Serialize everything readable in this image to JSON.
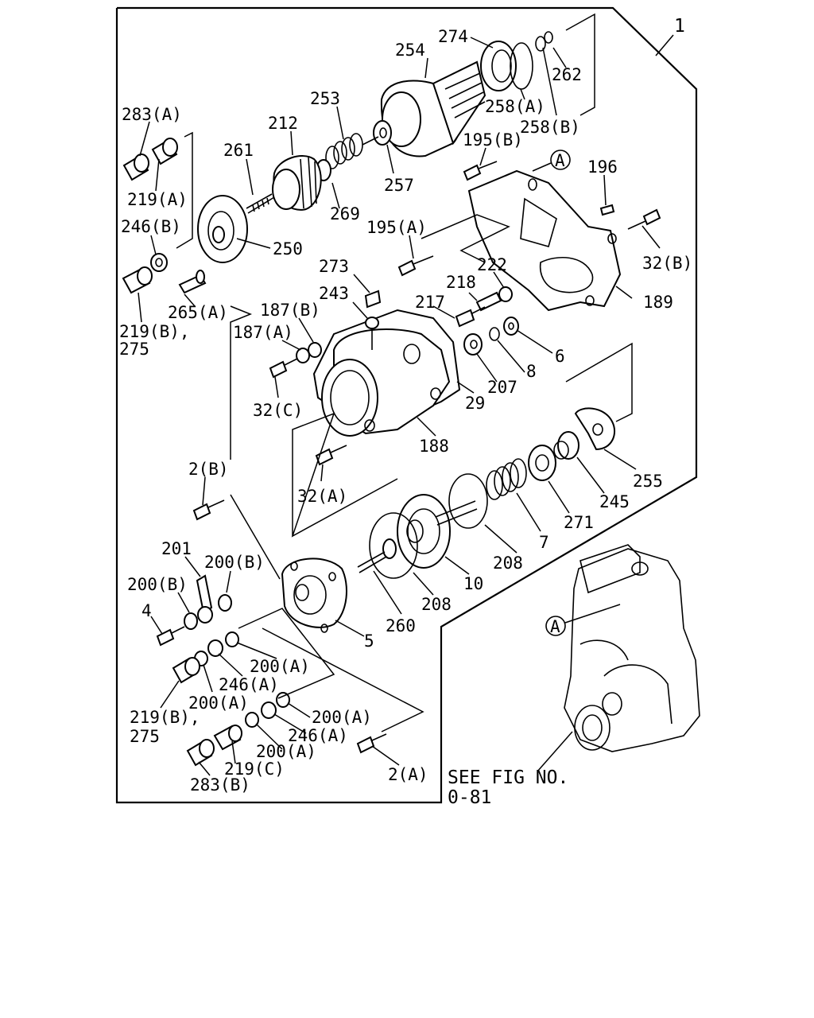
{
  "assembly_label": "1",
  "callout_symbol": "A",
  "see_fig_line1": "SEE FIG NO.",
  "see_fig_line2": "0-81",
  "labels": {
    "l274": "274",
    "l254": "254",
    "l262": "262",
    "l258a": "258(A)",
    "l258b": "258(B)",
    "l253": "253",
    "l212": "212",
    "l257": "257",
    "l195b": "195(B)",
    "l196": "196",
    "l283a": "283(A)",
    "l261": "261",
    "l269": "269",
    "l219a": "219(A)",
    "l246b": "246(B)",
    "l250": "250",
    "l195a": "195(A)",
    "l32b": "32(B)",
    "l273": "273",
    "l222": "222",
    "l219b_1": "219(B),",
    "l275_1": "275",
    "l265a": "265(A)",
    "l218": "218",
    "l189": "189",
    "l243": "243",
    "l187b": "187(B)",
    "l187a": "187(A)",
    "l217": "217",
    "l6": "6",
    "l8": "8",
    "l207": "207",
    "l32c": "32(C)",
    "l29": "29",
    "l188": "188",
    "l255": "255",
    "l245": "245",
    "l32a": "32(A)",
    "l271": "271",
    "l2b": "2(B)",
    "l7": "7",
    "l208_1": "208",
    "l10": "10",
    "l201": "201",
    "l200b_1": "200(B)",
    "l200b_2": "200(B)",
    "l4": "4",
    "l208_2": "208",
    "l260": "260",
    "l5": "5",
    "l200a_1": "200(A)",
    "l246a_1": "246(A)",
    "l219b_2": "219(B),",
    "l275_2": "275",
    "l200a_2": "200(A)",
    "l200a_3": "200(A)",
    "l246a_2": "246(A)",
    "l200a_4": "200(A)",
    "l219c": "219(C)",
    "l283b": "283(B)",
    "l2a": "2(A)"
  }
}
